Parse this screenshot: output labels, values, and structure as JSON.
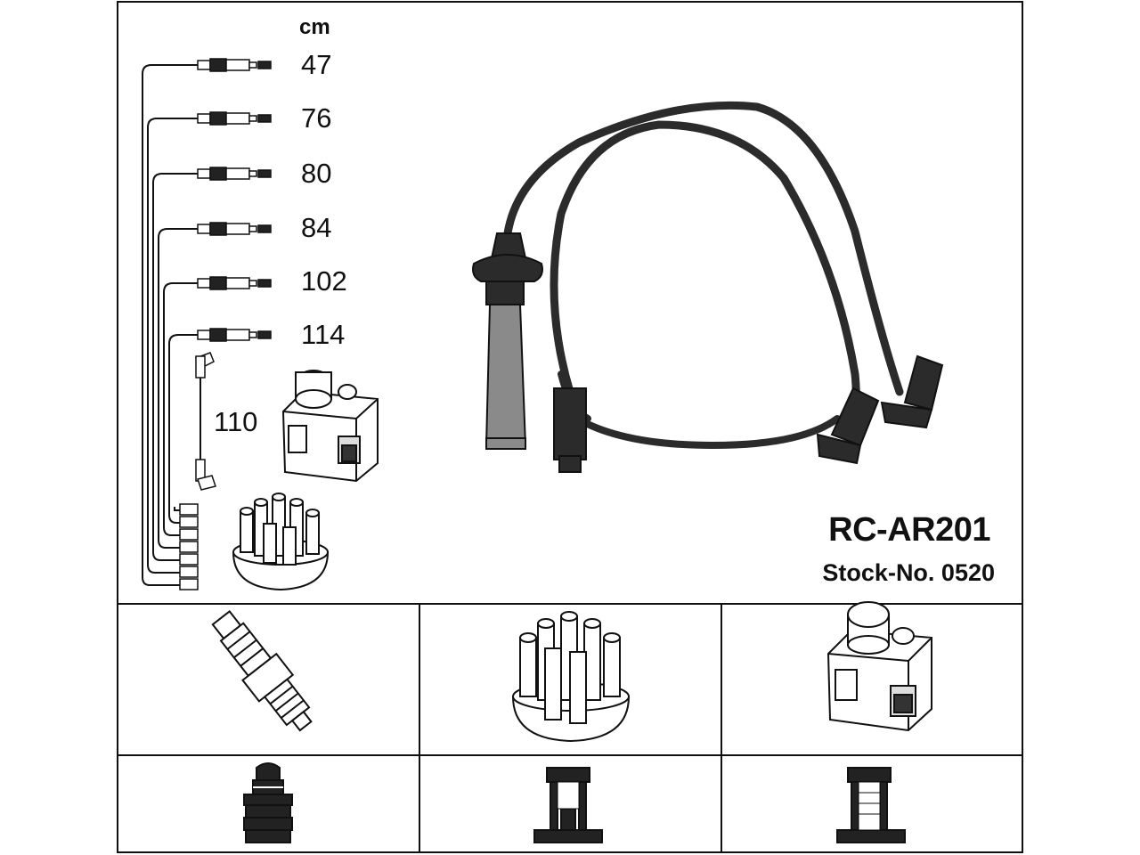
{
  "unit_label": "cm",
  "lead_lengths": [
    "47",
    "76",
    "80",
    "84",
    "102",
    "114"
  ],
  "coil_lead_length": "110",
  "model_code": "RC-AR201",
  "stock_number": "Stock-No. 0520",
  "colors": {
    "line": "#111111",
    "cable": "#2b2b2b",
    "boot_grey": "#8a8a8a",
    "background": "#ffffff"
  },
  "components": [
    "spark-plug-icon",
    "distributor-cap-icon",
    "ignition-coil-icon",
    "plug-terminal-icon",
    "cap-terminal-icon",
    "coil-terminal-icon"
  ]
}
